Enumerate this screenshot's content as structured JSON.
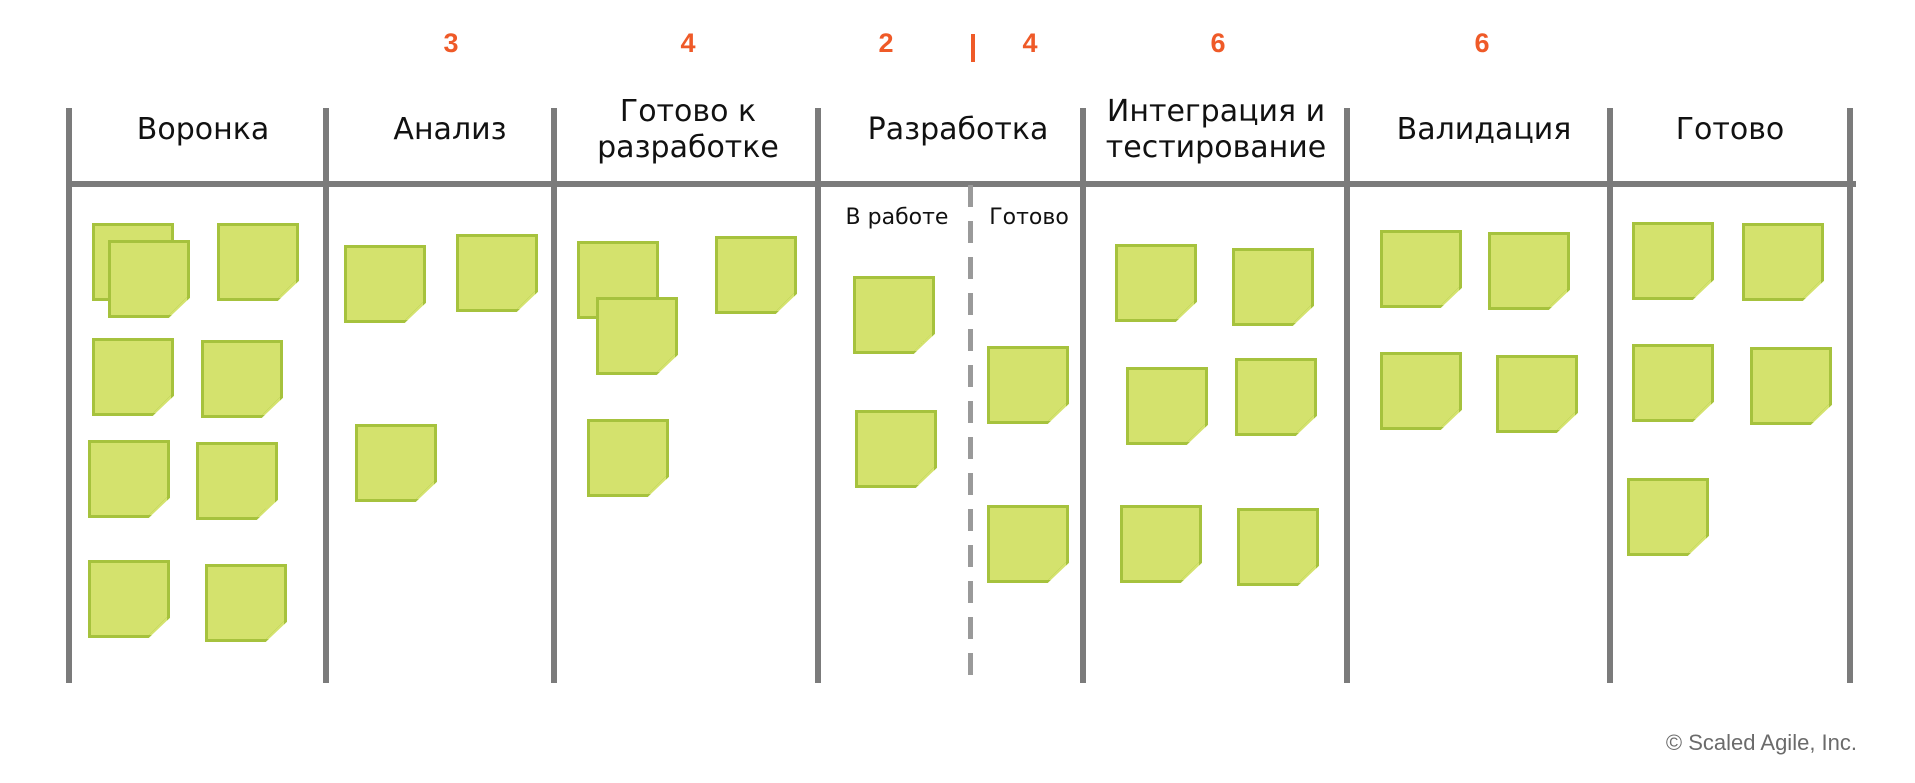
{
  "wip_limits": [
    {
      "column": "analysis",
      "value": "3"
    },
    {
      "column": "ready",
      "value": "4"
    },
    {
      "column": "dev-in-progress",
      "value": "2"
    },
    {
      "column": "dev-done",
      "value": "4"
    },
    {
      "column": "integration",
      "value": "6"
    },
    {
      "column": "validation",
      "value": "6"
    }
  ],
  "columns": [
    {
      "id": "funnel",
      "title": "Воронка"
    },
    {
      "id": "analysis",
      "title": "Анализ"
    },
    {
      "id": "ready",
      "title": "Готово к разработке"
    },
    {
      "id": "development",
      "title": "Разработка",
      "subcolumns": [
        "В работе",
        "Готово"
      ]
    },
    {
      "id": "integration",
      "title": "Интеграция и тестирование"
    },
    {
      "id": "validation",
      "title": "Валидация"
    },
    {
      "id": "done",
      "title": "Готово"
    }
  ],
  "card_counts": {
    "funnel": 9,
    "analysis": 3,
    "ready": 4,
    "dev-in-progress": 2,
    "dev-done": 2,
    "integration": 6,
    "validation": 4,
    "done": 5
  },
  "colors": {
    "wip": "#ef5a28",
    "card_fill": "#d4e26d",
    "card_border": "#a6c23d",
    "lines": "#7b7b7b"
  },
  "copyright": "© Scaled Agile, Inc."
}
